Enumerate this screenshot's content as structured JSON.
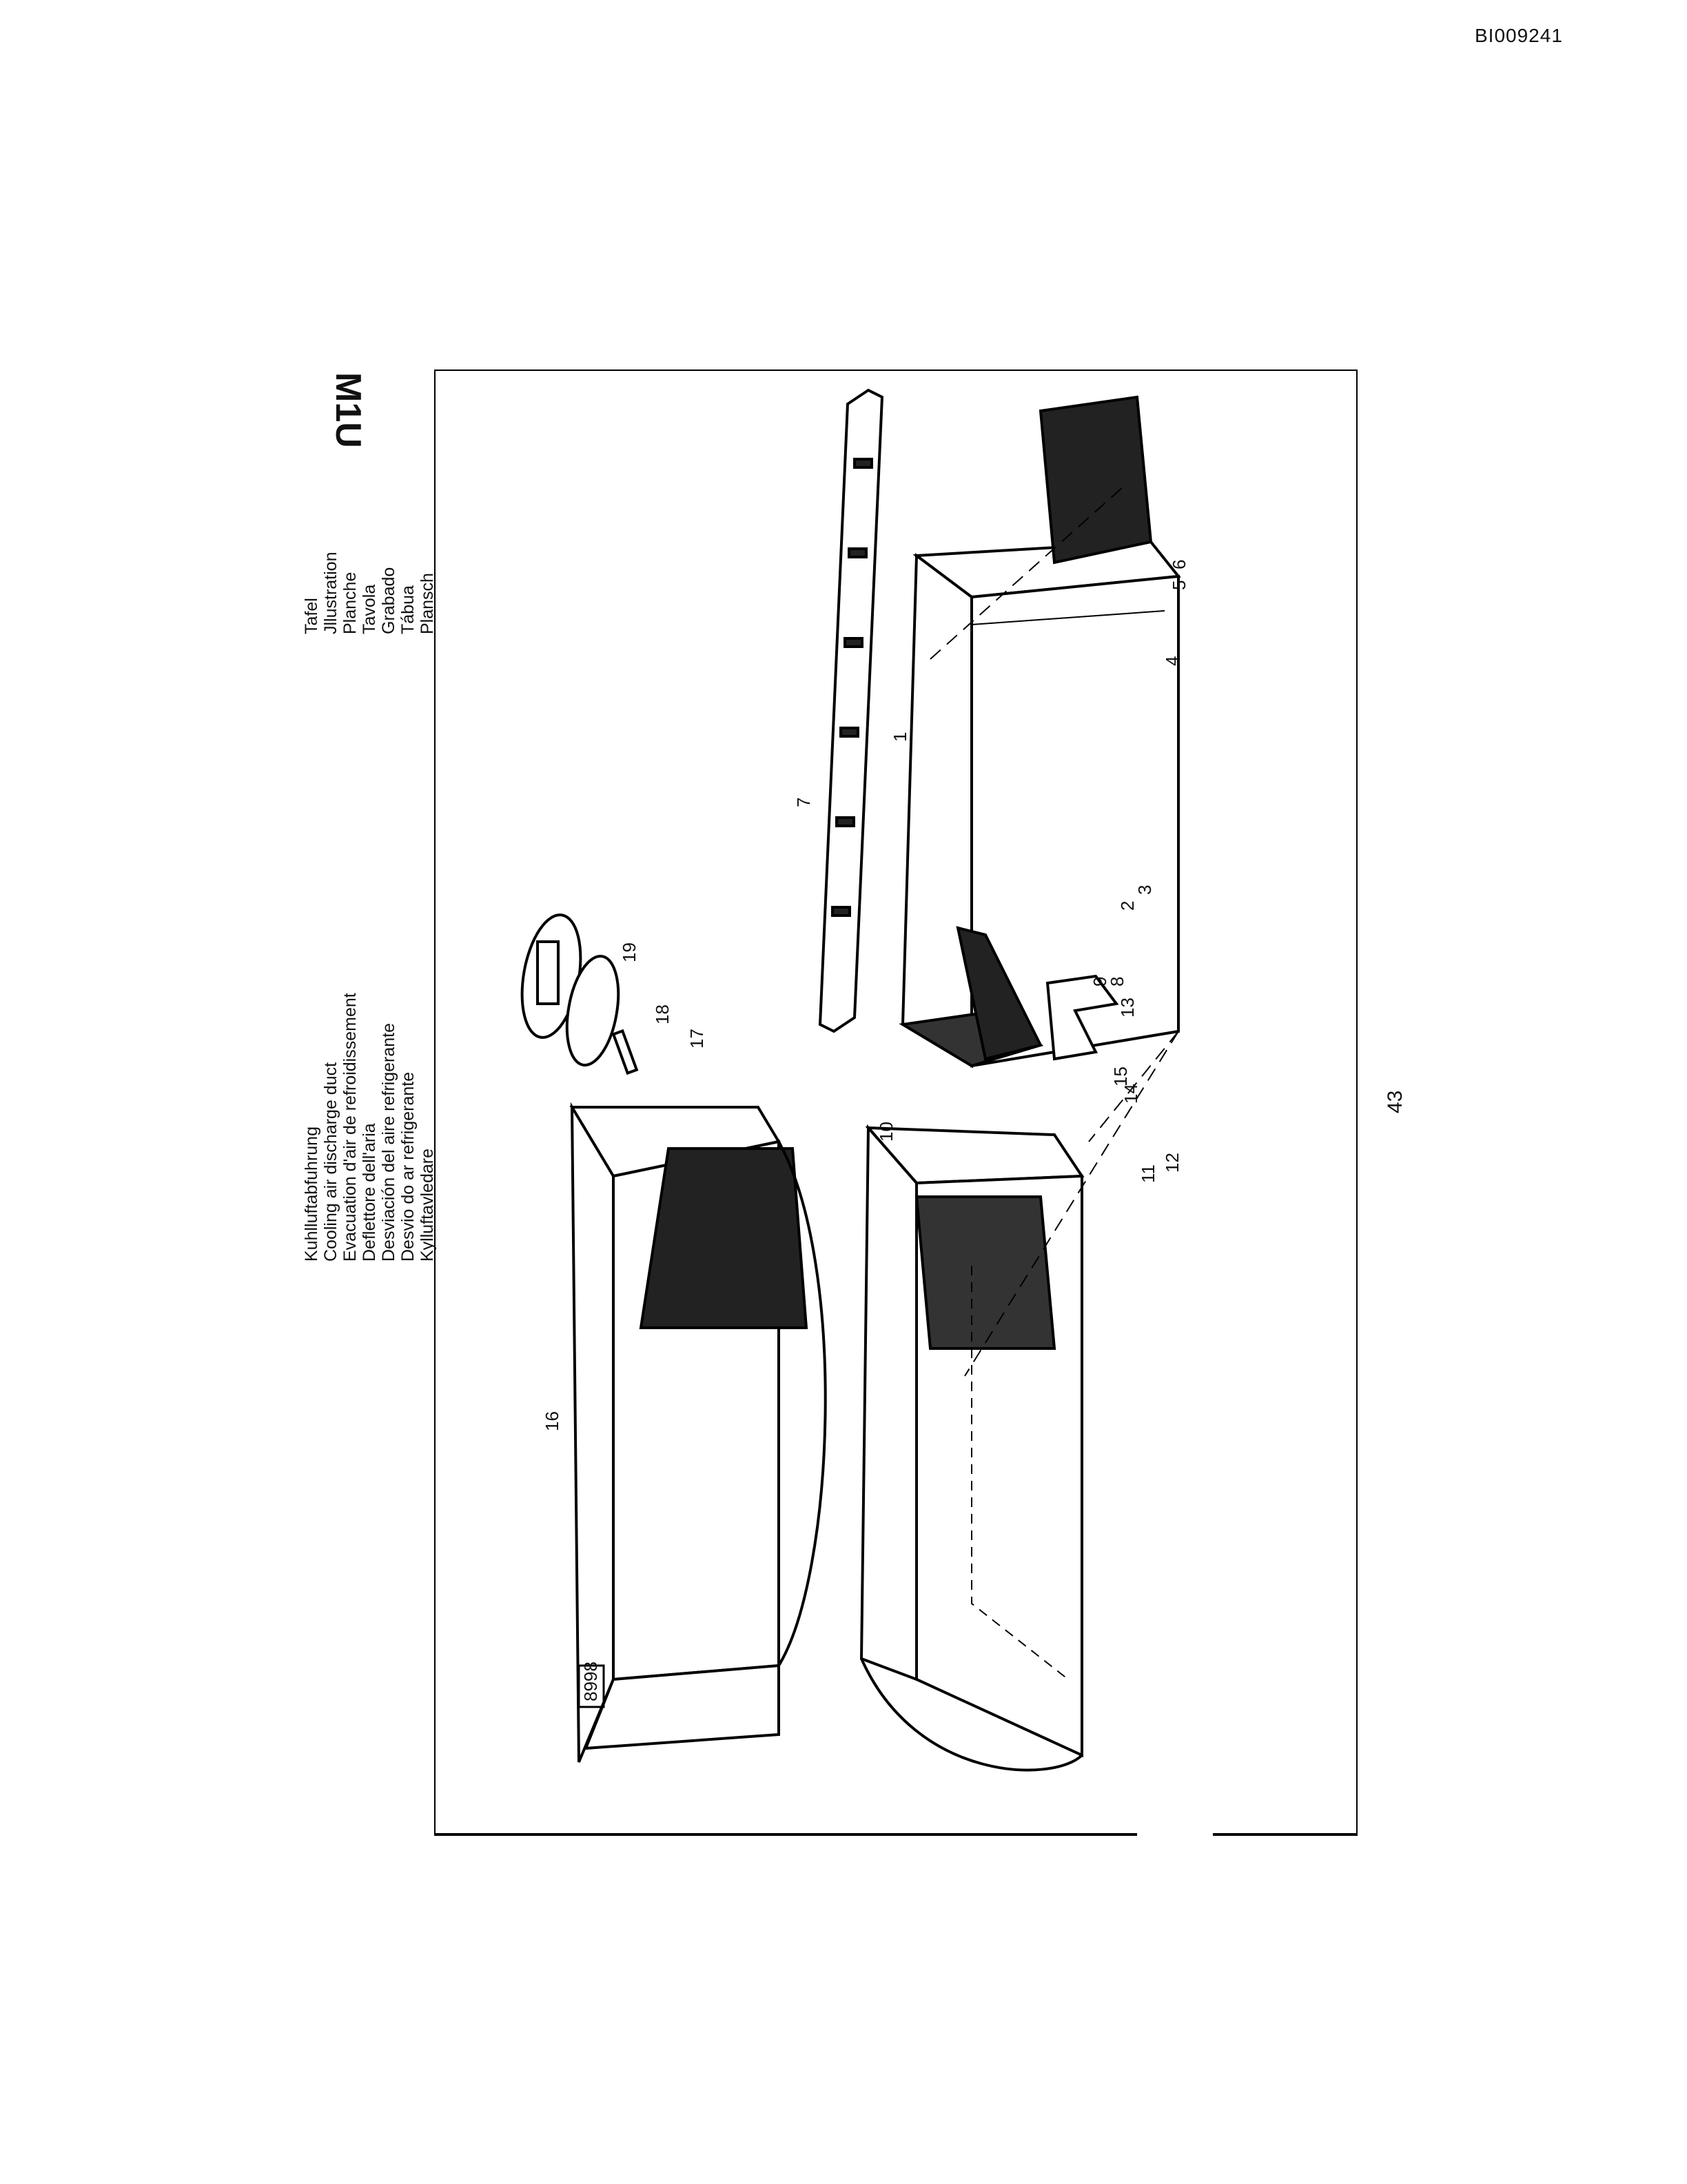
{
  "document_id": "BI009241",
  "model_code": "M1U",
  "plate_labels": [
    "Tafel",
    "Jllustration",
    "Planche",
    "Tavola",
    "Grabado",
    "Tábua",
    "Plansch"
  ],
  "titles": [
    "Kuhlluftabfuhrung",
    "Cooling air discharge duct",
    "Evacuation d'air de refroidissement",
    "Deflettore dell'aria",
    "Desviación del aire refrigerante",
    "Desvio do ar refrigerante",
    "Kylluftavledare"
  ],
  "figure_number": "8998",
  "page_number": "43",
  "callouts": [
    "1",
    "2",
    "3",
    "4",
    "5",
    "6",
    "7",
    "8",
    "9",
    "10",
    "11",
    "12",
    "13",
    "14",
    "15",
    "16",
    "17",
    "18",
    "19"
  ]
}
